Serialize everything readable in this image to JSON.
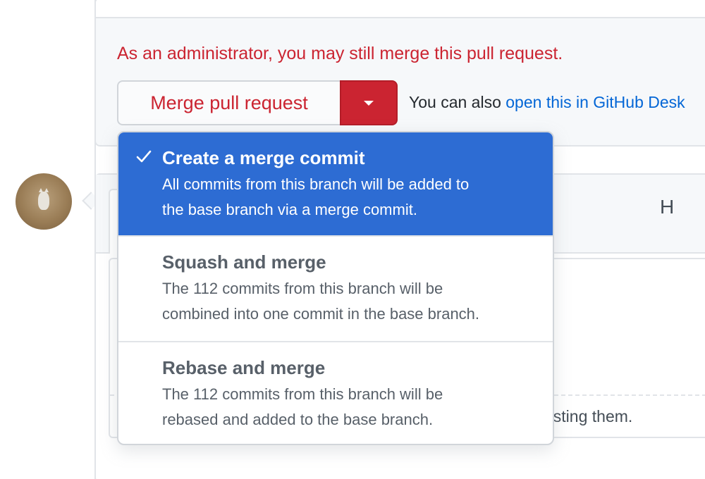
{
  "merge": {
    "admin_message": "As an administrator, you may still merge this pull request.",
    "merge_button_label": "Merge pull request",
    "also_text": "You can also",
    "also_link": "open this in GitHub Desk"
  },
  "dropdown": {
    "items": [
      {
        "title": "Create a merge commit",
        "description_line1": "All commits from this branch will be added to",
        "description_line2": "the base branch via a merge commit.",
        "selected": true
      },
      {
        "title": "Squash and merge",
        "description_line1": "The 112 commits from this branch will be",
        "description_line2": "combined into one commit in the base branch.",
        "selected": false
      },
      {
        "title": "Rebase and merge",
        "description_line1": "The 112 commits from this branch will be",
        "description_line2": "rebased and added to the base branch.",
        "selected": false
      }
    ]
  },
  "comment": {
    "tab_h_label": "H",
    "peek_text": "asting them."
  },
  "colors": {
    "danger": "#cb2431",
    "selected_bg": "#2d6cd3",
    "link": "#0366d6"
  },
  "icons": {
    "check": "check-icon",
    "caret": "caret-down-icon"
  }
}
